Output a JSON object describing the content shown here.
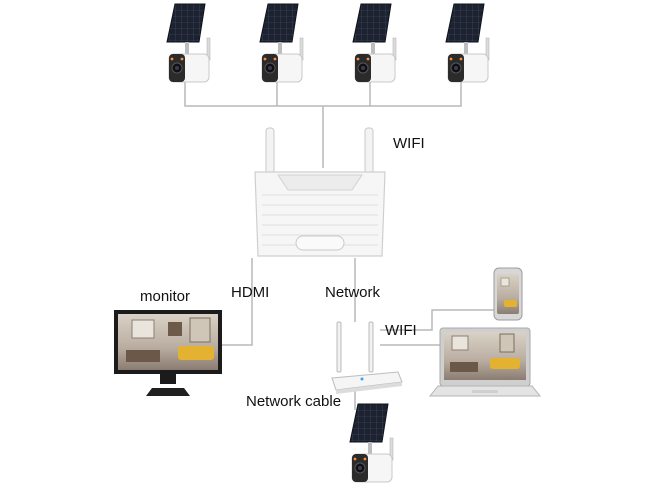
{
  "diagram": {
    "labels": {
      "wifi_top": "WIFI",
      "hdmi": "HDMI",
      "network": "Network",
      "monitor": "monitor",
      "wifi_right": "WIFI",
      "network_cable": "Network cable"
    },
    "devices": {
      "cameras": [
        "solar-camera-icon",
        "solar-camera-icon",
        "solar-camera-icon",
        "solar-camera-icon"
      ],
      "nvr": "nvr-recorder-icon",
      "monitor": "monitor-icon",
      "router": "router-icon",
      "laptop": "laptop-icon",
      "phone": "smartphone-icon",
      "extra_camera": "solar-camera-icon"
    },
    "colors": {
      "line": "#b9b9b9",
      "panel": "#1c2230",
      "device_white": "#f4f4f4",
      "screen_dark": "#2a2a2a",
      "sofa_yellow": "#e3b230"
    }
  }
}
